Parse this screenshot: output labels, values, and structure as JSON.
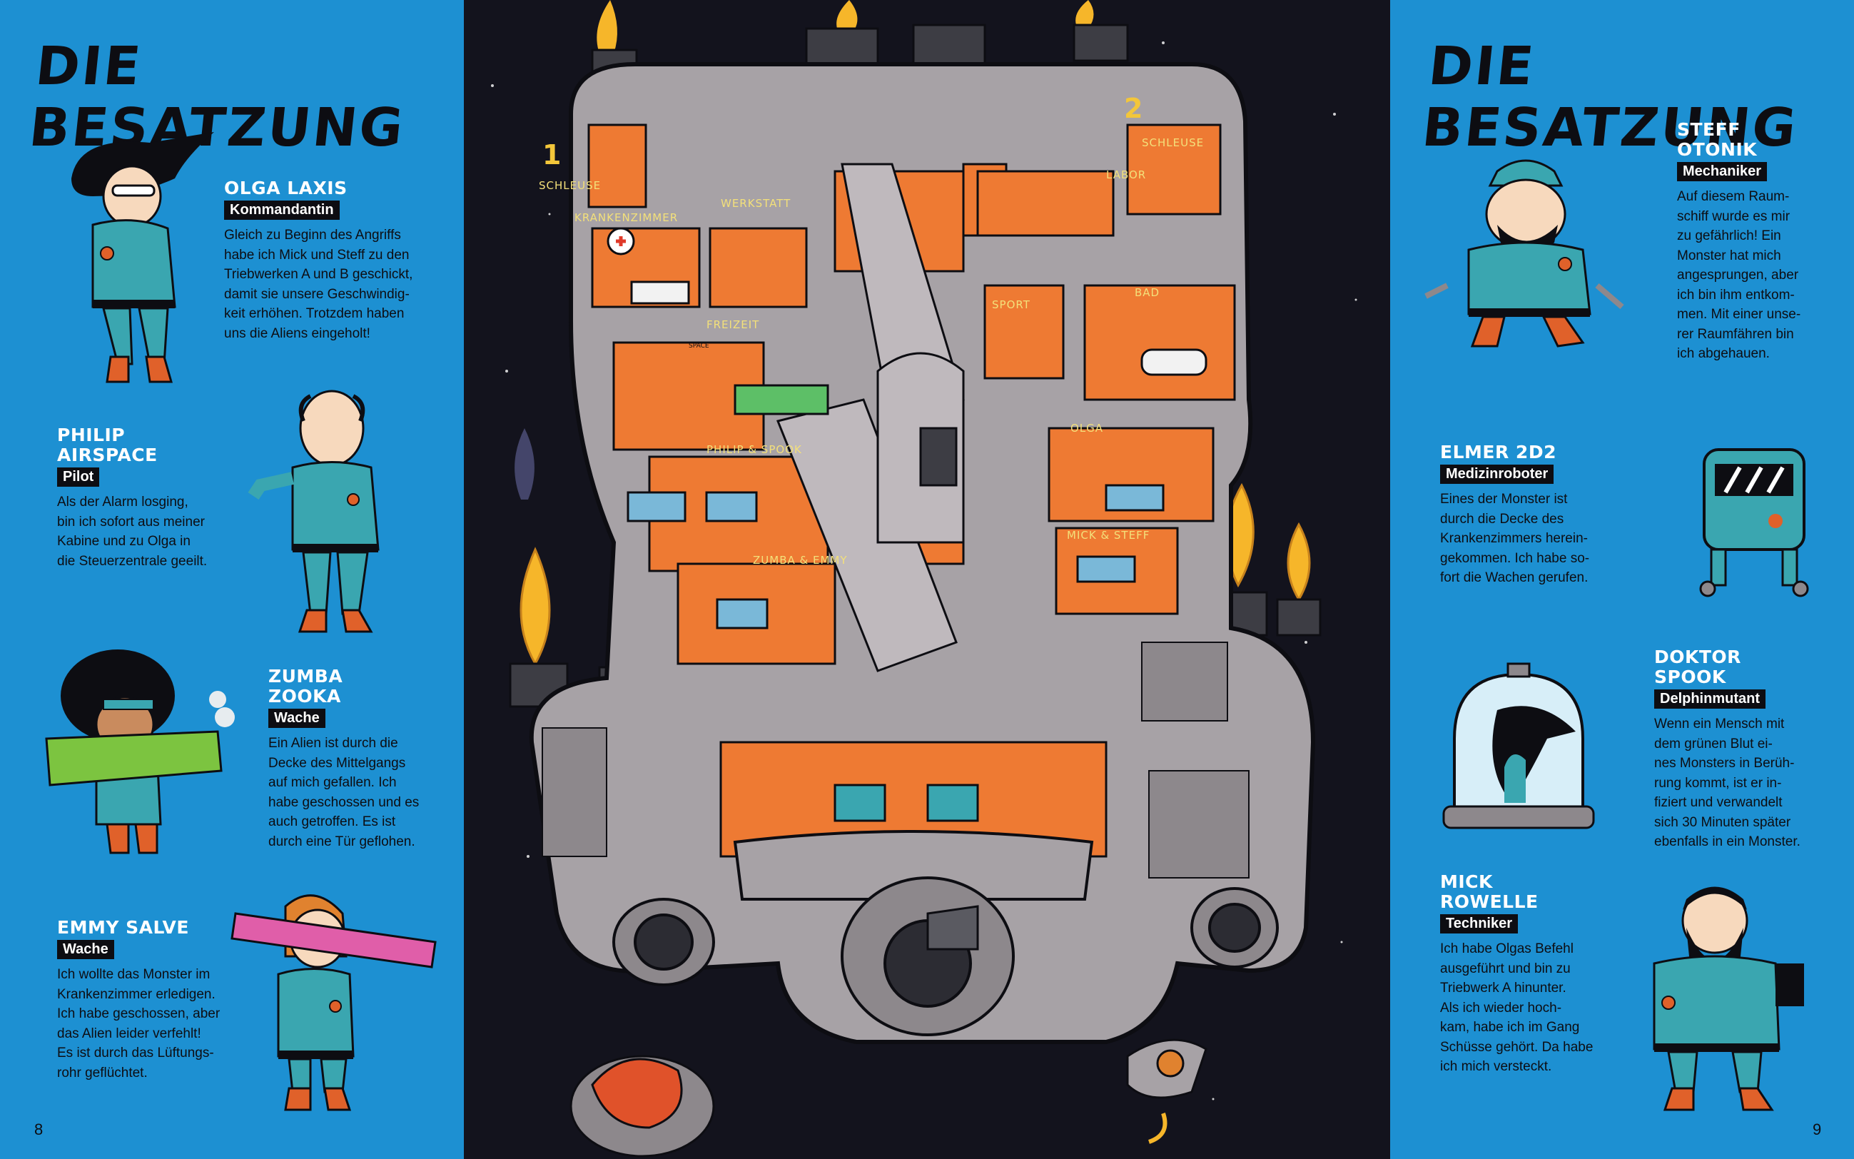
{
  "left_page": {
    "title": "DIE BESATZUNG",
    "page_number": "8",
    "crew": [
      {
        "name": "OLGA LAXIS",
        "role": "Kommandantin",
        "text": "Gleich zu Beginn des Angriffs\nhabe ich Mick und Steff zu den\nTriebwerken A und B geschickt,\ndamit sie unsere Geschwindig-\nkeit erhöhen. Trotzdem haben\nuns die Aliens eingeholt!"
      },
      {
        "name": "PHILIP\nAIRSPACE",
        "role": "Pilot",
        "text": "Als der Alarm losging,\nbin ich sofort aus meiner\nKabine und zu Olga in\ndie Steuerzentrale geeilt."
      },
      {
        "name": "ZUMBA\nZOOKA",
        "role": "Wache",
        "text": "Ein Alien ist durch die\nDecke des Mittelgangs\nauf mich gefallen. Ich\nhabe geschossen und es\nauch getroffen. Es ist\ndurch eine Tür geflohen."
      },
      {
        "name": "EMMY SALVE",
        "role": "Wache",
        "text": "Ich wollte das Monster im\nKrankenzimmer erledigen.\nIch habe geschossen, aber\ndas Alien leider verfehlt!\nEs ist durch das Lüftungs-\nrohr geflüchtet."
      }
    ]
  },
  "right_page": {
    "title": "DIE BESATZUNG",
    "page_number": "9",
    "crew": [
      {
        "name": "STEFF\nOTONIK",
        "role": "Mechaniker",
        "text": "Auf diesem Raum-\nschiff wurde es mir\nzu gefährlich! Ein\nMonster hat mich\nangesprungen, aber\nich bin ihm entkom-\nmen. Mit einer unse-\nrer Raumfähren bin\nich abgehauen."
      },
      {
        "name": "ELMER 2D2",
        "role": "Medizinroboter",
        "text": "Eines der Monster ist\ndurch die Decke des\nKrankenzimmers herein-\ngekommen. Ich habe so-\nfort die Wachen gerufen."
      },
      {
        "name": "DOKTOR\nSPOOK",
        "role": "Delphinmutant",
        "text": "Wenn ein Mensch mit\ndem grünen Blut ei-\nnes Monsters in Berüh-\nrung kommt, ist er in-\nfiziert und verwandelt\nsich 30 Minuten später\nebenfalls in ein Monster."
      },
      {
        "name": "MICK\nROWELLE",
        "role": "Techniker",
        "text": "Ich habe Olgas Befehl\nausgeführt und bin zu\nTriebwerk A hinunter.\nAls ich wieder hoch-\nkam, habe ich im Gang\nSchüsse gehört. Da habe\nich mich versteckt."
      }
    ]
  },
  "ship": {
    "rooms": {
      "schleuse_1": "SCHLEUSE",
      "schleuse_1_num": "1",
      "schleuse_2": "SCHLEUSE",
      "schleuse_2_num": "2",
      "labor": "LABOR",
      "werkstatt": "WERKSTATT",
      "krankenzimmer": "KRANKENZIMMER",
      "freizeit": "FREIZEIT",
      "sport": "SPORT",
      "bad": "BAD",
      "philip_spook": "PHILIP & SPOOK",
      "olga": "OLGA",
      "zumba_emmy": "ZUMBA & EMMY",
      "mick_steff": "MICK & STEFF",
      "poster": "SPACE"
    }
  },
  "colors": {
    "page_blue": "#1d90d2",
    "space": "#13131d",
    "hull": "#a7a2a6",
    "room_floor": "#ee7a33",
    "uniform": "#3aa6b0",
    "flame": "#f6b62a",
    "ink": "#0d0d12"
  }
}
